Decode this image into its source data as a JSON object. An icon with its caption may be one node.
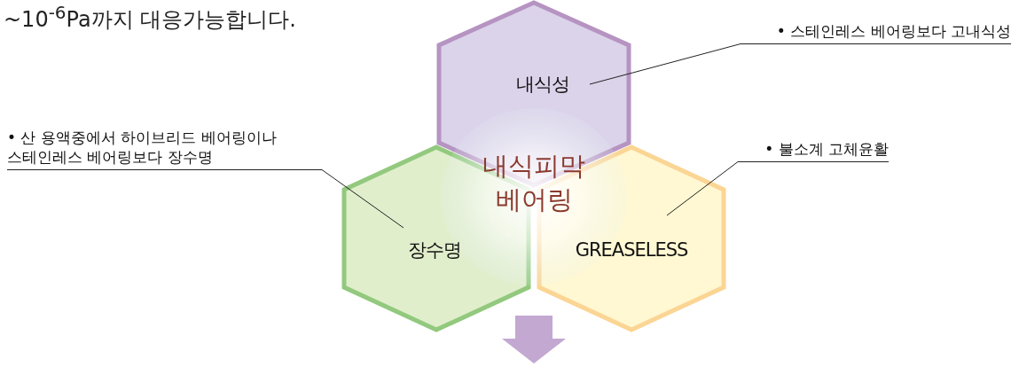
{
  "diagram": {
    "nodes": [
      {
        "text": [
          "내식성"
        ]
      },
      {
        "text": [
          "장수명"
        ]
      },
      {
        "text": [
          "GREASELESS"
        ]
      },
      {
        "text": [
          "• 스테인레스 베어링보다 고내식성"
        ]
      },
      {
        "text": [
          "• 산 용액중에서 하이브리드 베어링이나 스테인레스 베어링보다 장수명"
        ]
      },
      {
        "text": [
          "• 불소계 고체윤활"
        ]
      }
    ],
    "edges": [
      {
        "from": 3,
        "to": 0,
        "arrow": "none"
      },
      {
        "from": 4,
        "to": 1,
        "arrow": "none"
      },
      {
        "from": 5,
        "to": 2,
        "arrow": "none"
      },
      {
        "from": 1,
        "to": null,
        "arrow": "to"
      }
    ],
    "labels": [
      "~10$^{-6}$Pa까지 대응가능합니다.",
      "내식피막 베어링"
    ]
  }
}
